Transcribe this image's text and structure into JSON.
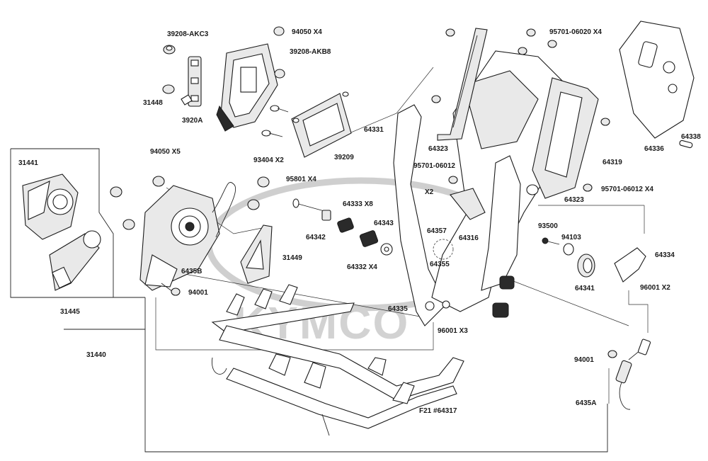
{
  "diagram": {
    "watermark_text": "KYMCO",
    "labels": {
      "p39208_akc3": "39208-AKC3",
      "p94050_x4": "94050  X4",
      "p39208_akb8": "39208-AKB8",
      "p31448": "31448",
      "p3920a": "3920A",
      "p93404_x2": "93404  X2",
      "p39209": "39209",
      "p94050_x5": "94050   X5",
      "p31441": "31441",
      "p31445": "31445",
      "p31440": "31440",
      "p6435b": "6435B",
      "p94001_a": "94001",
      "p31449": "31449",
      "p95801_x4": "95801   X4",
      "p64333_x8": "64333  X8",
      "p64342": "64342",
      "p64343": "64343",
      "p64332_x4": "64332  X4",
      "p64331": "64331",
      "p64323_a": "64323",
      "p95701_06012": "95701-06012",
      "p_x2": "X2",
      "p64357": "64357",
      "p64316": "64316",
      "p64355": "64355",
      "p64335": "64335",
      "p96001_x3": "96001  X3",
      "p95701_06020_x4": "95701-06020  X4",
      "p64336": "64336",
      "p64338": "64338",
      "p64319": "64319",
      "p95701_06012_x4": "95701-06012 X4",
      "p64323_b": "64323",
      "p93500": "93500",
      "p94103": "94103",
      "p64334": "64334",
      "p64341": "64341",
      "p96001_x2": "96001 X2",
      "p94001_b": "94001",
      "p6435a": "6435A",
      "pf21": "F21 #64317"
    }
  }
}
